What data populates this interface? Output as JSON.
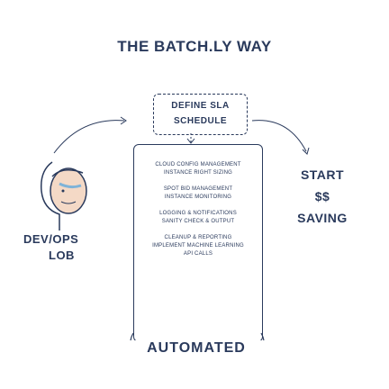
{
  "header": {
    "title": "THE BATCH.LY WAY"
  },
  "sla": {
    "line1": "DEFINE SLA",
    "line2": "SCHEDULE"
  },
  "tasks": [
    "CLOUD CONFIG MANAGEMENT",
    "INSTANCE RIGHT SIZING",
    "SPOT BID MANAGEMENT",
    "INSTANCE MONITORING",
    "LOGGING & NOTIFICATIONS",
    "SANITY CHECK & OUTPUT",
    "CLEANUP & REPORTING",
    "IMPLEMENT MACHINE LEARNING",
    "API CALLS"
  ],
  "automated_label": "AUTOMATED",
  "left": {
    "line1": "DEV/OPS",
    "line2": "LOB",
    "icon": "person-head-icon"
  },
  "right": {
    "line1": "START",
    "line2": "$$",
    "line3": "SAVING"
  },
  "colors": {
    "ink": "#2a3a5c",
    "skin": "#f4d9c6",
    "accent": "#7fb3d8"
  }
}
